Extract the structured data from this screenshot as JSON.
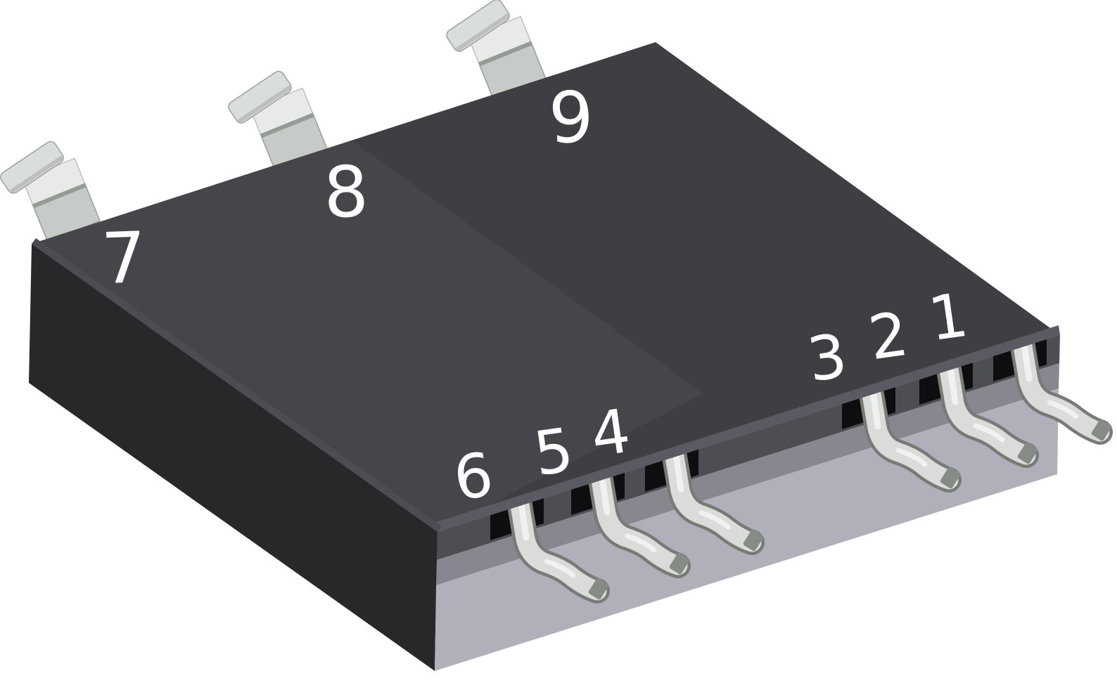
{
  "illustration": {
    "kind": "isometric 9-pin surface-mount power package pinout drawing"
  },
  "pin_labels": {
    "p1": "1",
    "p2": "2",
    "p3": "3",
    "p4": "4",
    "p5": "5",
    "p6": "6",
    "p7": "7",
    "p8": "8",
    "p9": "9"
  },
  "colors": {
    "background": "#ffffff",
    "body_top": "#3f3f43",
    "body_top_sheen": "#ffffff",
    "body_left": "#28282b",
    "body_edge": "#4d4d54",
    "edge_mid": "#87878f",
    "baseplate": "#b0b0ba",
    "slot": "#0e0e10",
    "lead": "#d9dcd8",
    "lead_shadow": "#767b76",
    "lead_highlight": "#f0f2ef",
    "lead_dark_tip": "#868b86",
    "clip_base": "#c7cbc7",
    "clip_bright": "#e7eae6",
    "clip_fold": "#dadeda",
    "pin_label": "#ffffff"
  }
}
